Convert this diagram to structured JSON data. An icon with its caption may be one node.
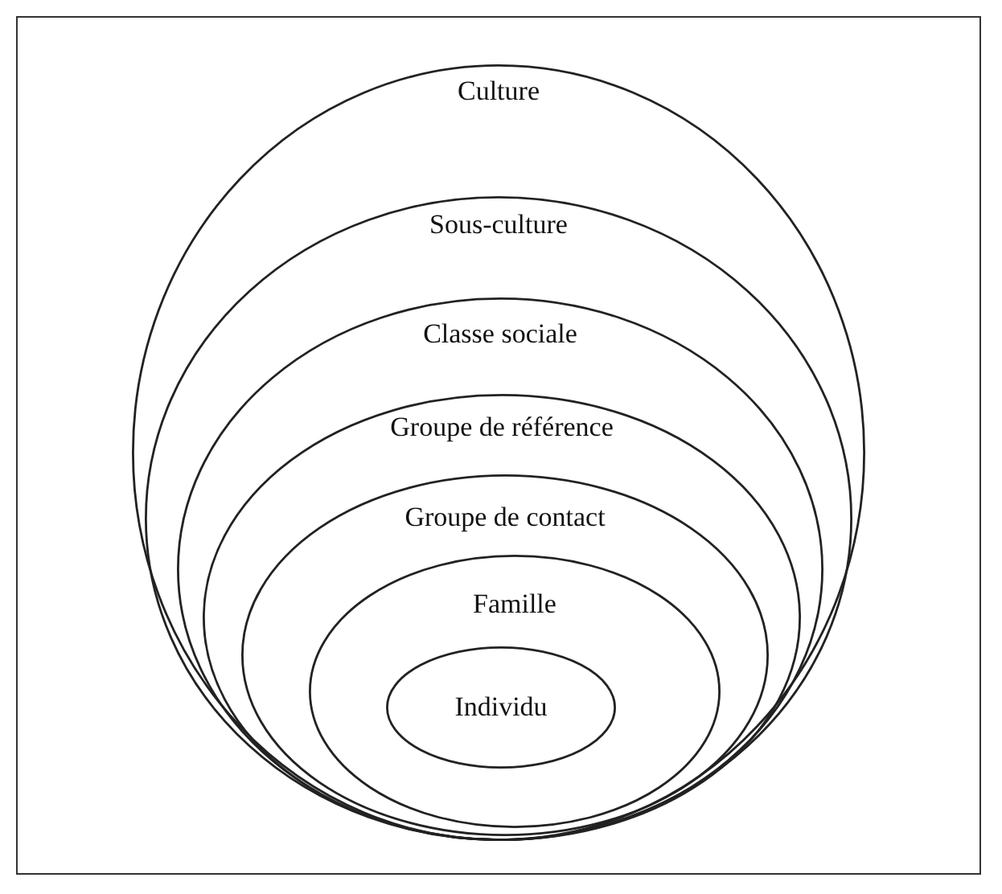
{
  "diagram": {
    "nodes": [
      {
        "text": [
          "Culture"
        ]
      },
      {
        "text": [
          "Sous-culture"
        ],
        "in": 0
      },
      {
        "text": [
          "Classe sociale"
        ],
        "in": 1
      },
      {
        "text": [
          "Groupe de référence"
        ],
        "in": 2
      },
      {
        "text": [
          "Groupe de contact"
        ],
        "in": 3
      },
      {
        "text": [
          "Famille"
        ],
        "in": 4
      },
      {
        "text": [
          "Individu"
        ],
        "in": 5
      }
    ]
  }
}
